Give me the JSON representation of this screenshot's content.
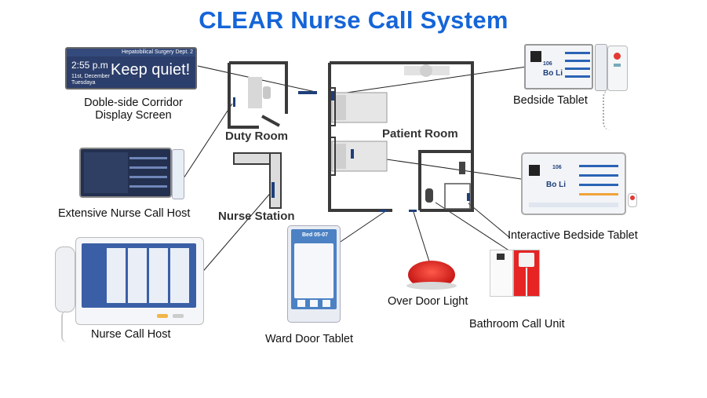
{
  "title": "CLEAR Nurse Call System",
  "colors": {
    "title": "#1565d8",
    "wall": "#3a3a3a",
    "device_blue": "#1e3f7a",
    "light_red": "#e01818",
    "line": "#222222"
  },
  "rooms": {
    "duty_room": "Duty Room",
    "nurse_station": "Nurse Station",
    "patient_room": "Patient Room"
  },
  "devices": {
    "corridor_display": {
      "label_line1": "Doble-side Corridor",
      "label_line2": "Display Screen",
      "screen_time": "2:55 p.m",
      "screen_date": "11st, December",
      "screen_day": "Tuesdaya",
      "screen_dept": "Hepatobilical Surgery Dept. 2",
      "screen_message": "Keep quiet!"
    },
    "extensive_host": {
      "label": "Extensive Nurse Call Host"
    },
    "nurse_call_host": {
      "label": "Nurse Call Host"
    },
    "ward_door_tablet": {
      "label": "Ward Door Tablet",
      "screen_bed": "Bed 05-07"
    },
    "bedside_tablet": {
      "label": "Bedside Tablet",
      "screen_name": "Bo Li",
      "screen_number": "106"
    },
    "interactive_bedside": {
      "label": "Interactive Bedside Tablet",
      "screen_name": "Bo Li",
      "screen_number": "106"
    },
    "over_door_light": {
      "label": "Over Door Light"
    },
    "bathroom_call": {
      "label": "Bathroom Call Unit"
    }
  }
}
